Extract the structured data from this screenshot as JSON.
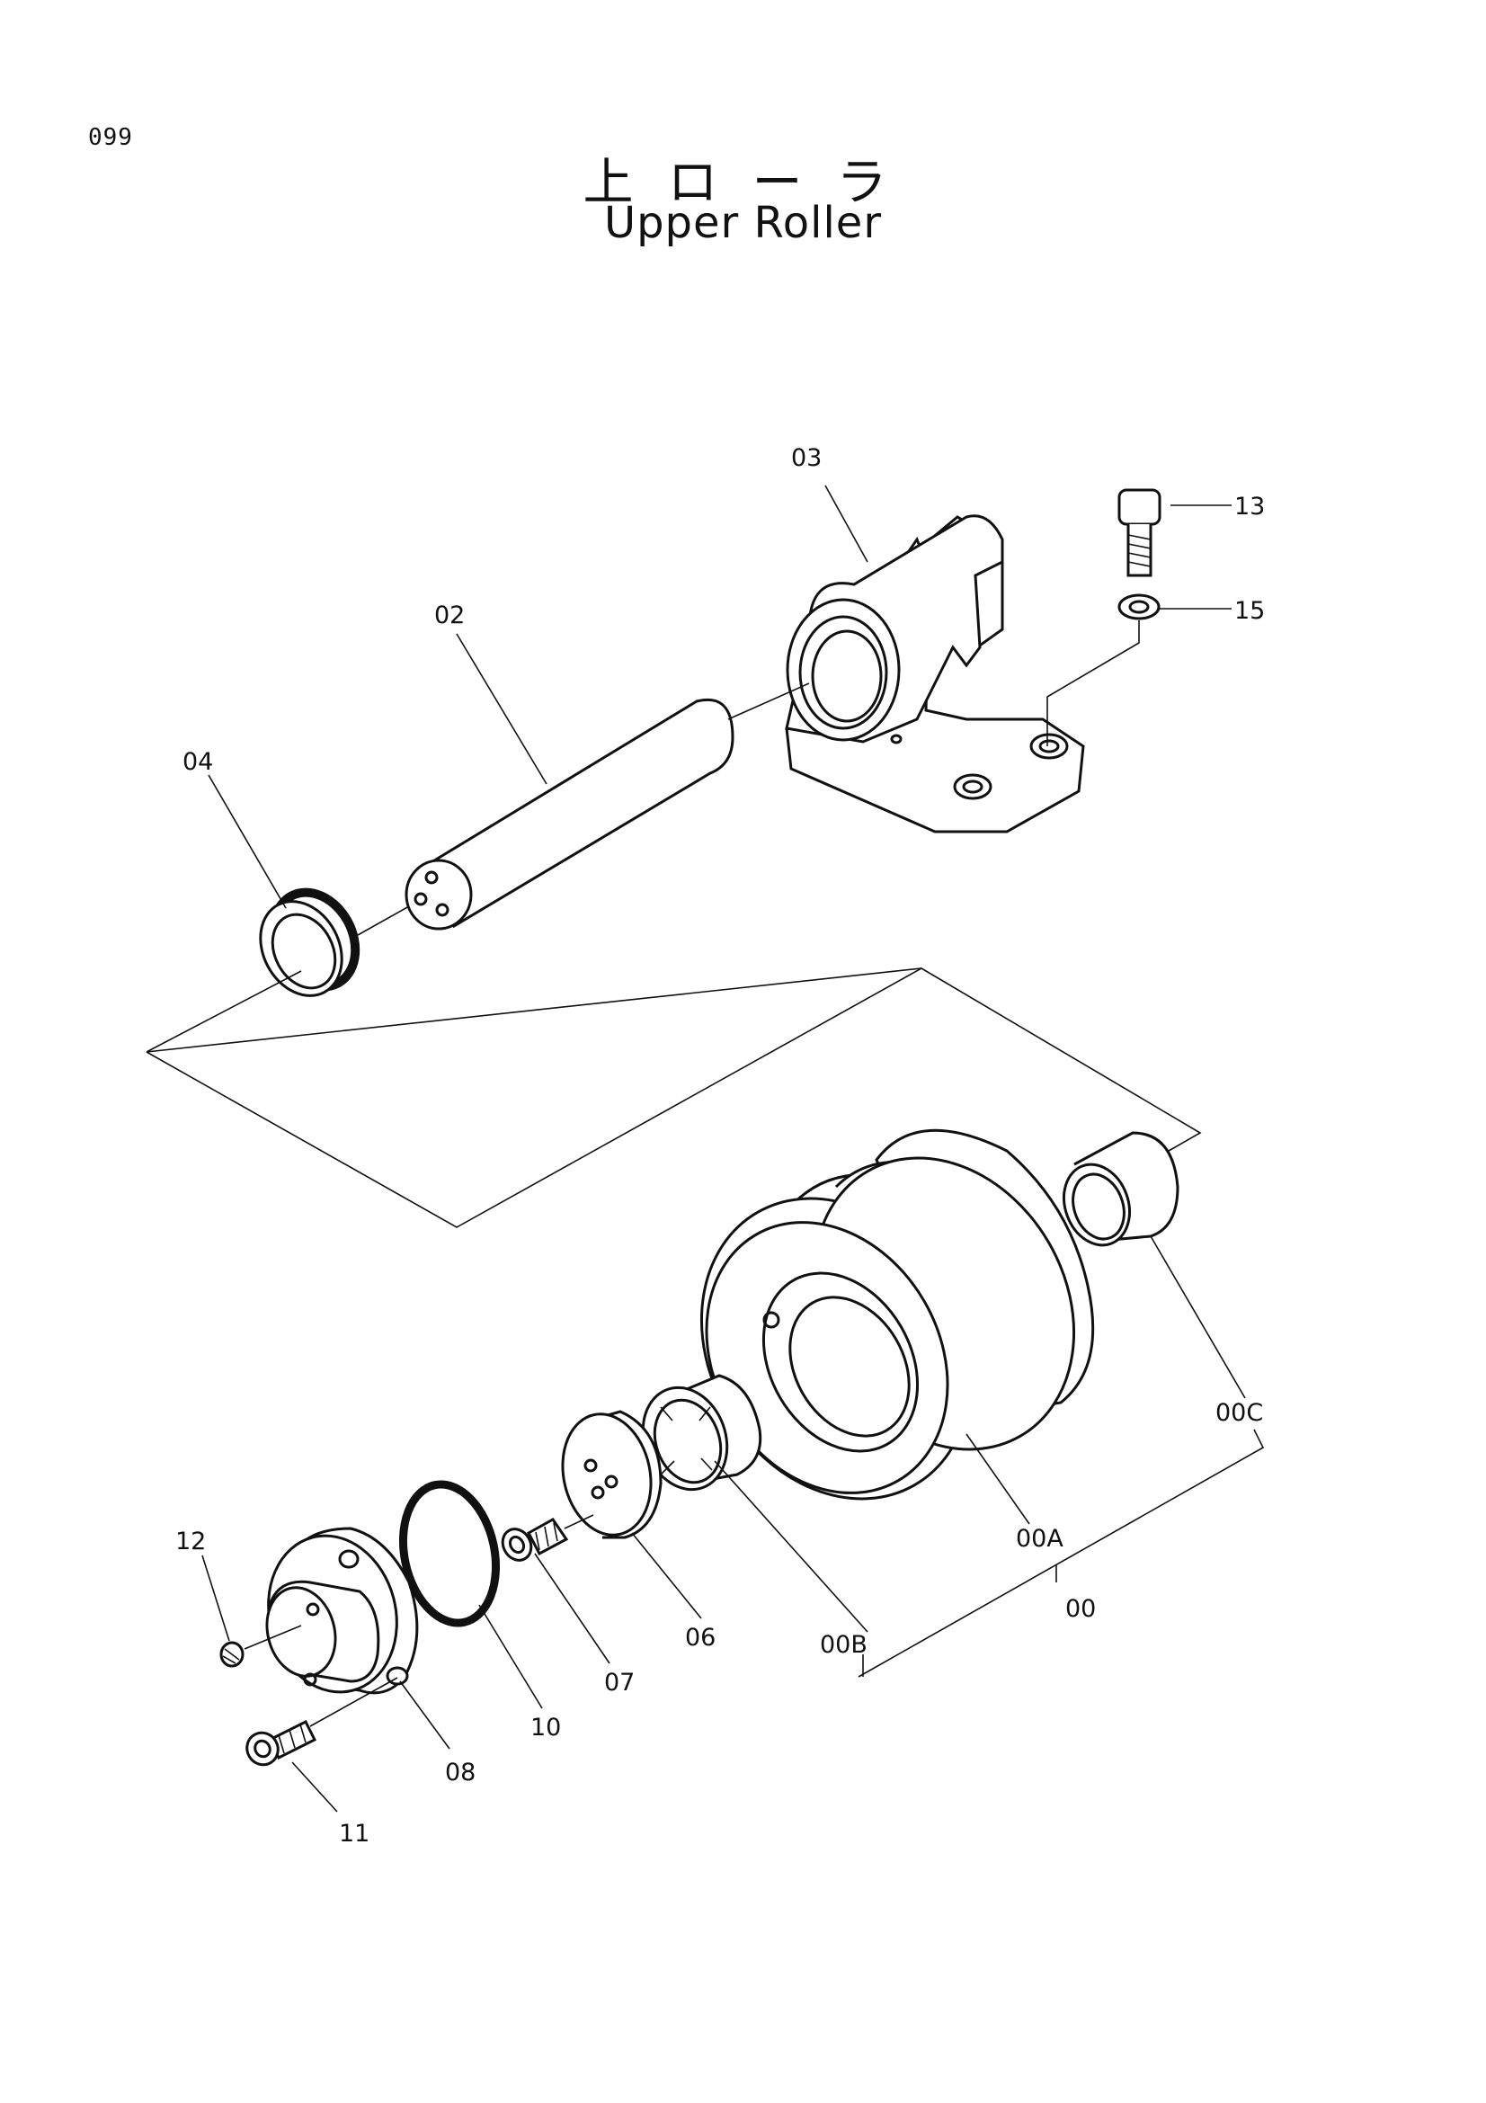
{
  "page": {
    "number": "099"
  },
  "title": {
    "ja": "上ローラ",
    "en": "Upper Roller"
  },
  "callouts": {
    "p00": "00",
    "p00A": "00A",
    "p00B": "00B",
    "p00C": "00C",
    "p02": "02",
    "p03": "03",
    "p04": "04",
    "p06": "06",
    "p07": "07",
    "p08": "08",
    "p10": "10",
    "p11": "11",
    "p12": "12",
    "p13": "13",
    "p15": "15"
  }
}
